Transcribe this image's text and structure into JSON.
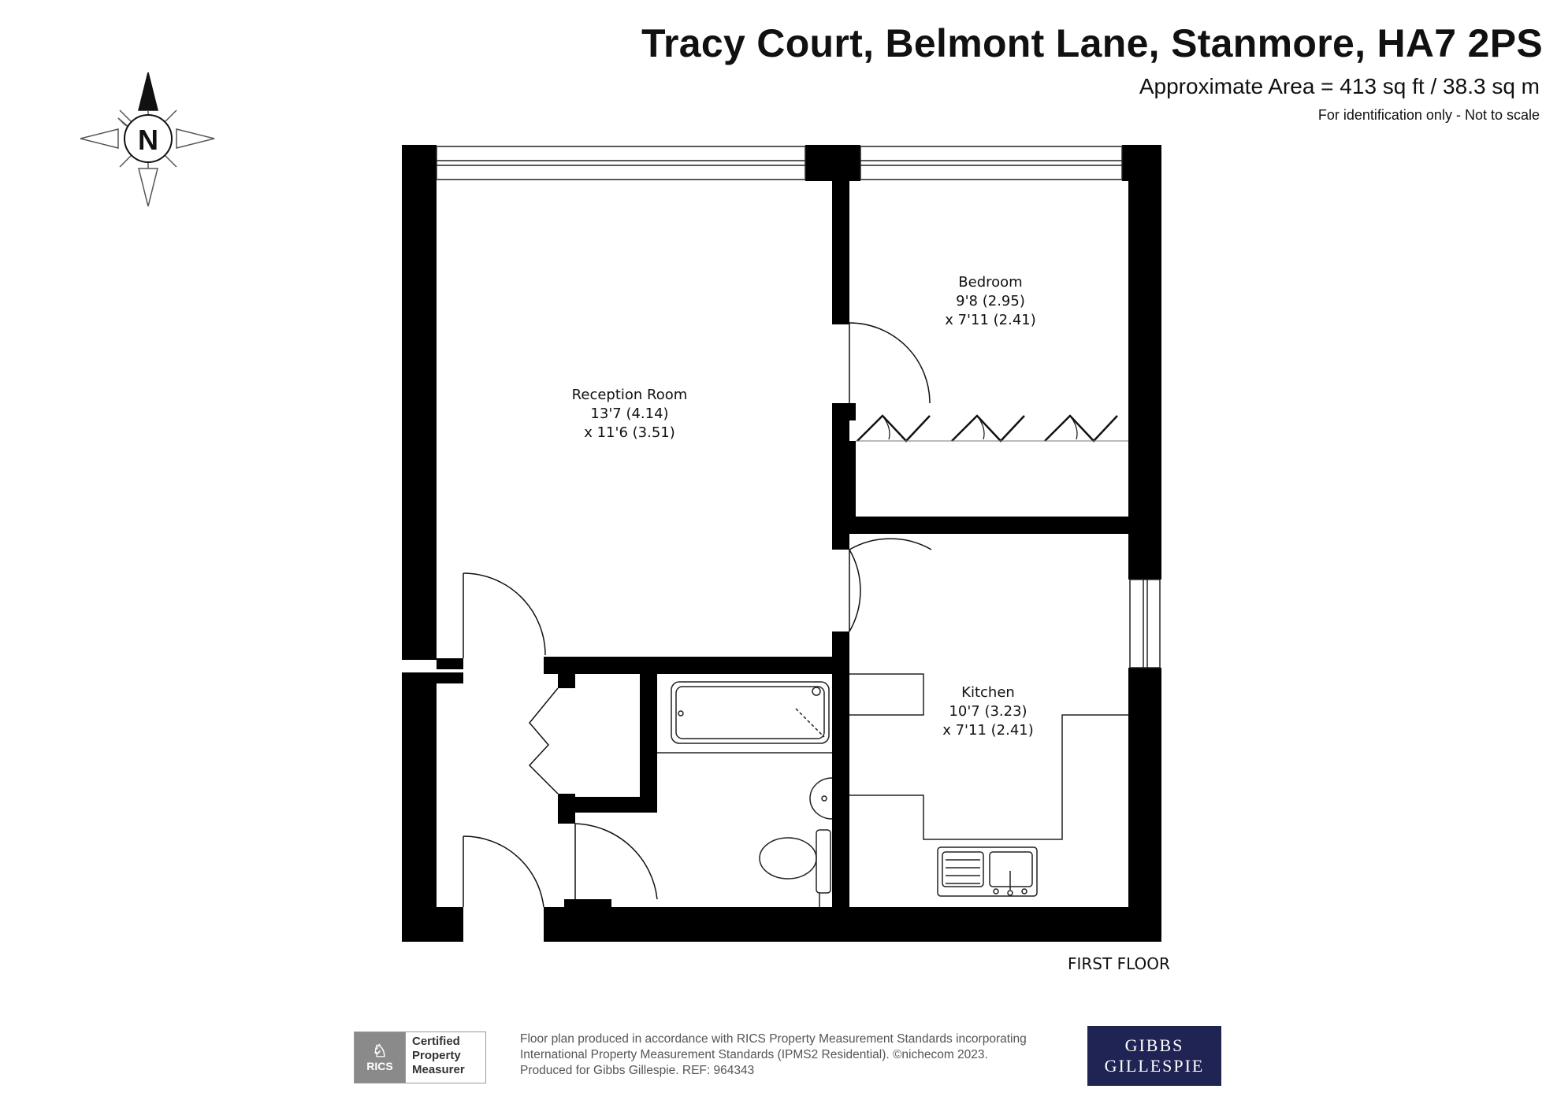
{
  "header": {
    "address": "Tracy Court, Belmont Lane, Stanmore, HA7 2PS",
    "area": "Approximate Area = 413 sq ft / 38.3 sq m",
    "disclaimer": "For identification only - Not to scale"
  },
  "compass": {
    "label": "N"
  },
  "rooms": {
    "reception": {
      "name": "Reception Room",
      "dim1": "13'7 (4.14)",
      "dim2": "x 11'6 (3.51)"
    },
    "bedroom": {
      "name": "Bedroom",
      "dim1": "9'8 (2.95)",
      "dim2": "x 7'11 (2.41)"
    },
    "kitchen": {
      "name": "Kitchen",
      "dim1": "10'7 (3.23)",
      "dim2": "x 7'11 (2.41)"
    }
  },
  "floor_label": "FIRST FLOOR",
  "footer": {
    "rics_mark": "RICS",
    "rics_line1": "Certified",
    "rics_line2": "Property",
    "rics_line3": "Measurer",
    "note_line1": "Floor plan produced in accordance with RICS Property Measurement Standards incorporating",
    "note_line2": "International Property Measurement Standards (IPMS2 Residential).  ©nichecom 2023.",
    "note_line3": "Produced for Gibbs Gillespie.   REF:  964343",
    "logo_line1": "GIBBS",
    "logo_line2": "GILLESPIE"
  },
  "colors": {
    "wall": "#000000",
    "logo_bg": "#1f2454",
    "rics_grey": "#8a8a8a"
  }
}
